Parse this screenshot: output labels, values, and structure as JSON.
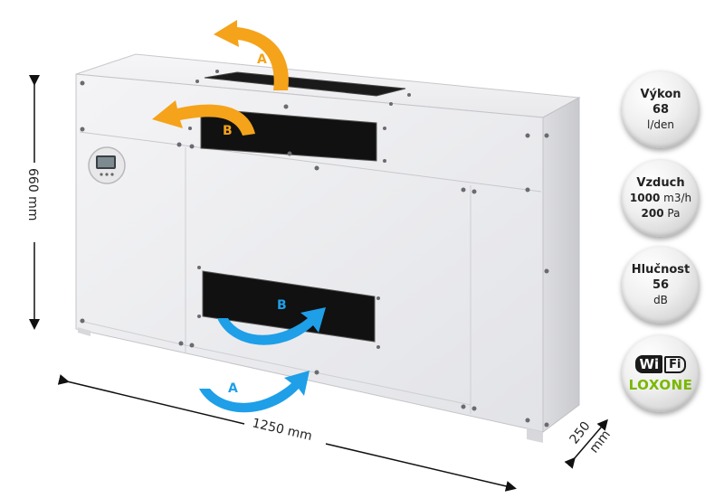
{
  "dimensions": {
    "height_label": "660 mm",
    "width_label": "1250 mm",
    "depth_value": "250",
    "depth_unit": "mm"
  },
  "arrows": {
    "top_label": "A",
    "upper_side_label": "B",
    "lower_inner_label": "B",
    "bottom_label": "A"
  },
  "specs": {
    "performance": {
      "title": "Výkon",
      "value": "68",
      "unit": "l/den"
    },
    "airflow": {
      "title": "Vzduch",
      "flow_value": "1000",
      "flow_unit": "m3/h",
      "pressure_value": "200",
      "pressure_unit": "Pa"
    },
    "noise": {
      "title": "Hlučnost",
      "value": "56",
      "unit": "dB"
    },
    "connectivity": {
      "wifi_wi": "Wi",
      "wifi_fi": "Fi",
      "loxone": "LOXONE"
    }
  },
  "colors": {
    "orange_arrow": "#f5a31a",
    "blue_arrow": "#1e9fe8",
    "loxone_green": "#7ab800"
  }
}
